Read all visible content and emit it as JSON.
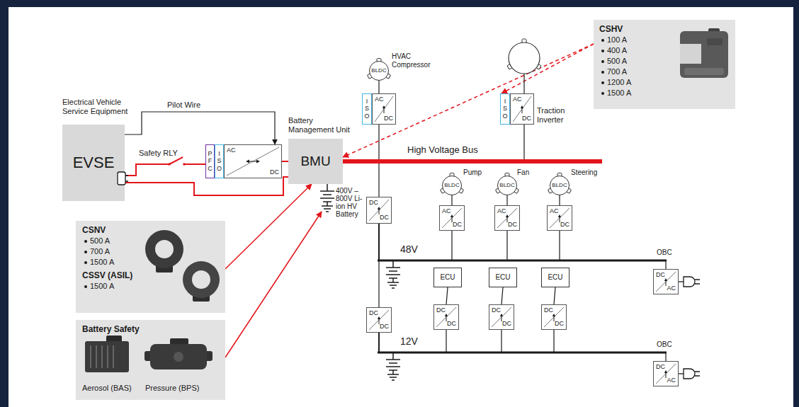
{
  "diagram": {
    "nodes": [
      {
        "text": [
          "Electrical Vehicle Service Equipment",
          "EVSE"
        ]
      },
      {
        "text": [
          "P F C"
        ]
      },
      {
        "text": [
          "I S O"
        ]
      },
      {
        "text": [
          "AC",
          "DC"
        ]
      },
      {
        "text": [
          "Battery Management Unit",
          "BMU"
        ]
      },
      {
        "text": [
          "HVAC Compressor",
          "BLDC"
        ]
      },
      {
        "text": [
          "I S O"
        ]
      },
      {
        "text": [
          "AC",
          "DC"
        ]
      },
      {
        "text": [
          "I S O"
        ]
      },
      {
        "text": [
          "AC",
          "DC"
        ]
      },
      {
        "text": [
          "CSHV",
          "100 A",
          "400 A",
          "500 A",
          "700 A",
          "1200 A",
          "1500 A"
        ]
      },
      {
        "text": [
          "DC",
          "DC"
        ]
      },
      {
        "text": [
          "Pump",
          "BLDC"
        ]
      },
      {
        "text": [
          "Fan",
          "BLDC"
        ]
      },
      {
        "text": [
          "Steering",
          "BLDC"
        ]
      },
      {
        "text": [
          "AC",
          "DC"
        ]
      },
      {
        "text": [
          "AC",
          "DC"
        ]
      },
      {
        "text": [
          "AC",
          "DC"
        ]
      },
      {
        "text": [
          "OBC",
          "DC",
          "AC"
        ]
      },
      {
        "text": [
          "DC",
          "DC"
        ]
      },
      {
        "text": [
          "ECU"
        ]
      },
      {
        "text": [
          "ECU"
        ]
      },
      {
        "text": [
          "ECU"
        ]
      },
      {
        "text": [
          "DC",
          "DC"
        ]
      },
      {
        "text": [
          "DC",
          "DC"
        ]
      },
      {
        "text": [
          "DC",
          "DC"
        ]
      },
      {
        "text": [
          "OBC",
          "DC",
          "AC"
        ]
      },
      {
        "text": [
          "CSNV",
          "500 A",
          "700 A",
          "1500 A",
          "CSSV (ASIL)",
          "1500 A"
        ]
      },
      {
        "text": [
          "Battery Safety",
          "Aerosol (BAS)",
          "Pressure (BPS)"
        ]
      }
    ],
    "edges": [
      {
        "from": 0,
        "to": 1,
        "arrow": "none"
      },
      {
        "from": 0,
        "to": 4,
        "arrow": "none"
      },
      {
        "from": 0,
        "to": 3,
        "label": "Pilot Wire",
        "arrow": "to"
      },
      {
        "from": 3,
        "to": 4,
        "arrow": "none"
      },
      {
        "from": 4,
        "to": 7,
        "arrow": "none"
      },
      {
        "from": 4,
        "to": 9,
        "arrow": "none"
      },
      {
        "from": 4,
        "to": 11,
        "arrow": "none"
      },
      {
        "from": 5,
        "to": 7,
        "arrow": "none"
      },
      {
        "from": 10,
        "to": 8,
        "arrow": "to"
      },
      {
        "from": 10,
        "to": 4,
        "arrow": "to"
      },
      {
        "from": 11,
        "to": 19,
        "arrow": "none"
      },
      {
        "from": 11,
        "to": 15,
        "arrow": "none"
      },
      {
        "from": 11,
        "to": 16,
        "arrow": "none"
      },
      {
        "from": 11,
        "to": 17,
        "arrow": "none"
      },
      {
        "from": 11,
        "to": 18,
        "arrow": "none"
      },
      {
        "from": 12,
        "to": 15,
        "arrow": "none"
      },
      {
        "from": 13,
        "to": 16,
        "arrow": "none"
      },
      {
        "from": 14,
        "to": 17,
        "arrow": "none"
      },
      {
        "from": 19,
        "to": 23,
        "arrow": "none"
      },
      {
        "from": 19,
        "to": 24,
        "arrow": "none"
      },
      {
        "from": 19,
        "to": 25,
        "arrow": "none"
      },
      {
        "from": 19,
        "to": 26,
        "arrow": "none"
      },
      {
        "from": 20,
        "to": 23,
        "arrow": "none"
      },
      {
        "from": 21,
        "to": 24,
        "arrow": "none"
      },
      {
        "from": 22,
        "to": 25,
        "arrow": "none"
      },
      {
        "from": 27,
        "to": 4,
        "arrow": "to"
      }
    ],
    "labels": [
      "Safety RLY",
      "High Voltage Bus",
      "400V – 800V Li-ion HV Battery",
      "Traction Inverter",
      "48V",
      "12V"
    ]
  }
}
